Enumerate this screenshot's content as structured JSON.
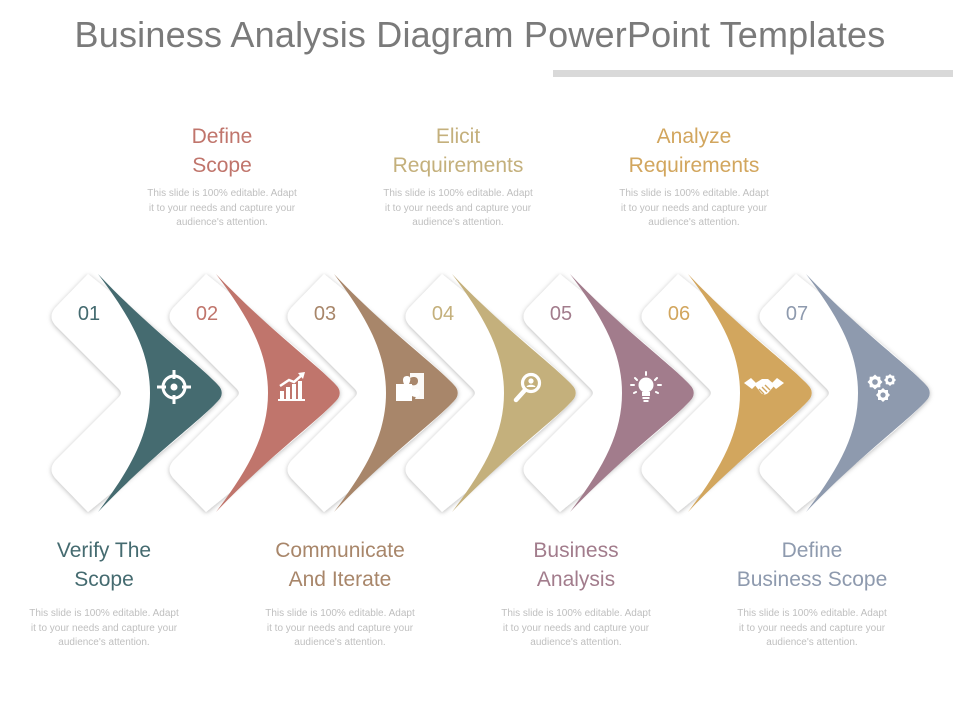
{
  "title": "Business Analysis Diagram PowerPoint Templates",
  "steps": [
    {
      "num": "01",
      "label_l1": "Verify The",
      "label_l2": "Scope",
      "icon": "crosshair-icon",
      "color": "#456b70",
      "label_pos": "bottom",
      "desc": "This slide is 100% editable. Adapt it to your needs and capture your audience's attention."
    },
    {
      "num": "02",
      "label_l1": "Define",
      "label_l2": "Scope",
      "icon": "bar-chart-growth-icon",
      "color": "#c0756c",
      "label_pos": "top",
      "desc": "This slide is 100% editable. Adapt it to your needs and capture your audience's attention."
    },
    {
      "num": "03",
      "label_l1": "Communicate",
      "label_l2": "And Iterate",
      "icon": "puzzle-icon",
      "color": "#a8866a",
      "label_pos": "bottom",
      "desc": "This slide is 100% editable. Adapt it to your needs and capture your audience's attention."
    },
    {
      "num": "04",
      "label_l1": "Elicit",
      "label_l2": "Requirements",
      "icon": "magnifier-icon",
      "color": "#c4b07c",
      "label_pos": "top",
      "desc": "This slide is 100% editable. Adapt it to your needs and capture your audience's attention."
    },
    {
      "num": "05",
      "label_l1": "Business",
      "label_l2": "Analysis",
      "icon": "lightbulb-icon",
      "color": "#a27c8c",
      "label_pos": "bottom",
      "desc": "This slide is 100% editable. Adapt it to your needs and capture your audience's attention."
    },
    {
      "num": "06",
      "label_l1": "Analyze",
      "label_l2": "Requirements",
      "icon": "handshake-icon",
      "color": "#d2a65e",
      "label_pos": "top",
      "desc": "This slide is 100% editable. Adapt it to your needs and capture your audience's attention."
    },
    {
      "num": "07",
      "label_l1": "Define",
      "label_l2": "Business Scope",
      "icon": "gears-icon",
      "color": "#8e9aae",
      "label_pos": "bottom",
      "desc": "This slide is 100% editable. Adapt it to your needs and capture your audience's attention."
    }
  ]
}
